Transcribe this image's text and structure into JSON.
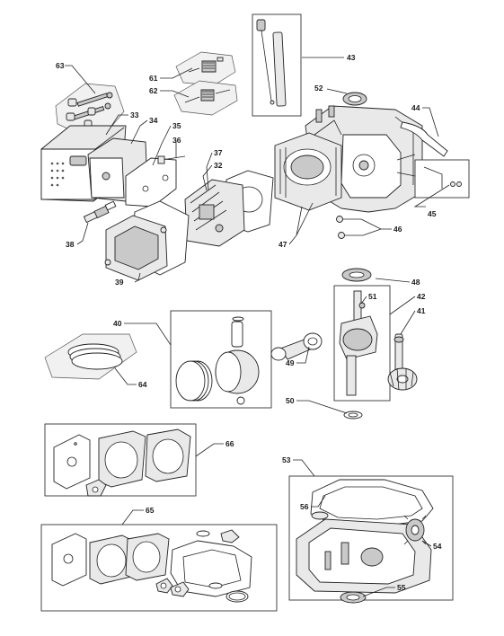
{
  "callouts": [
    {
      "id": "c63",
      "text": "63"
    },
    {
      "id": "c61",
      "text": "61"
    },
    {
      "id": "c62",
      "text": "62"
    },
    {
      "id": "c43",
      "text": "43"
    },
    {
      "id": "c52",
      "text": "52"
    },
    {
      "id": "c44",
      "text": "44"
    },
    {
      "id": "c33",
      "text": "33"
    },
    {
      "id": "c34",
      "text": "34"
    },
    {
      "id": "c35",
      "text": "35"
    },
    {
      "id": "c36",
      "text": "36"
    },
    {
      "id": "c37",
      "text": "37"
    },
    {
      "id": "c32",
      "text": "32"
    },
    {
      "id": "c38",
      "text": "38"
    },
    {
      "id": "c45",
      "text": "45"
    },
    {
      "id": "c46",
      "text": "46"
    },
    {
      "id": "c47",
      "text": "47"
    },
    {
      "id": "c39",
      "text": "39"
    },
    {
      "id": "c48",
      "text": "48"
    },
    {
      "id": "c51",
      "text": "51"
    },
    {
      "id": "c42",
      "text": "42"
    },
    {
      "id": "c41",
      "text": "41"
    },
    {
      "id": "c40",
      "text": "40"
    },
    {
      "id": "c49",
      "text": "49"
    },
    {
      "id": "c64",
      "text": "64"
    },
    {
      "id": "c50",
      "text": "50"
    },
    {
      "id": "c66",
      "text": "66"
    },
    {
      "id": "c53",
      "text": "53"
    },
    {
      "id": "c56",
      "text": "56"
    },
    {
      "id": "c65",
      "text": "65"
    },
    {
      "id": "c54",
      "text": "54"
    },
    {
      "id": "c55",
      "text": "55"
    }
  ]
}
